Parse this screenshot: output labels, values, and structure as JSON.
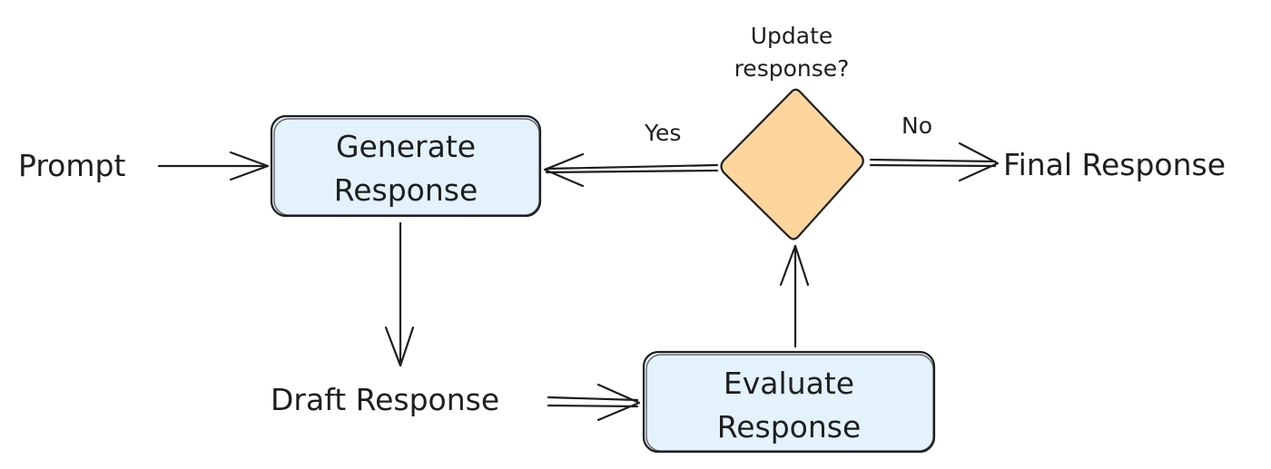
{
  "diagram": {
    "nodes": {
      "prompt": "Prompt",
      "generate_line1": "Generate",
      "generate_line2": "Response",
      "draft": "Draft Response",
      "evaluate_line1": "Evaluate",
      "evaluate_line2": "Response",
      "decision_line1": "Update",
      "decision_line2": "response?",
      "final": "Final Response"
    },
    "edges": {
      "yes_label": "Yes",
      "no_label": "No"
    },
    "colors": {
      "process_fill": "#e3f2fd",
      "decision_fill": "#ffd59e",
      "stroke": "#1e1e1e"
    }
  }
}
